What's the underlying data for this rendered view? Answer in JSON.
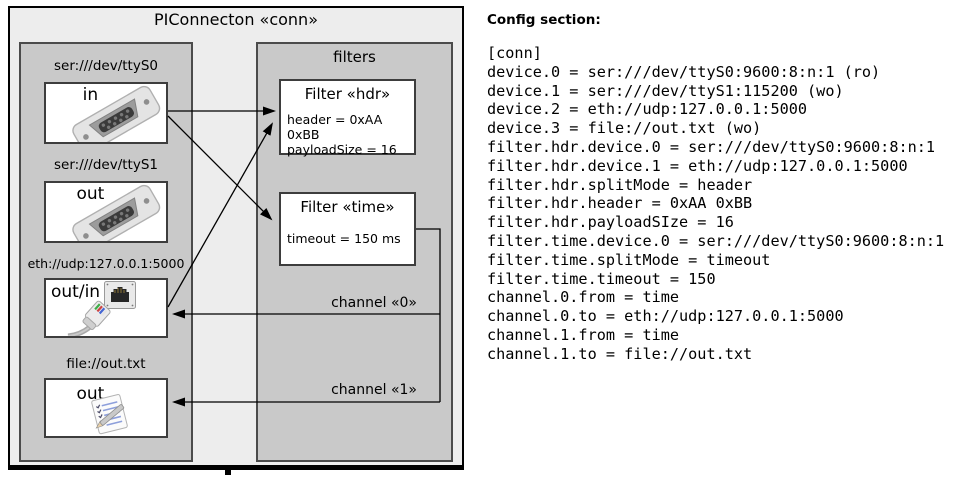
{
  "diagram": {
    "title": "PIConnecton «conn»",
    "filters_panel_title": "filters",
    "devices": [
      {
        "address": "ser:///dev/ttyS0",
        "direction": "in",
        "icon": "serial-connector"
      },
      {
        "address": "ser:///dev/ttyS1",
        "direction": "out",
        "icon": "serial-connector"
      },
      {
        "address": "eth://udp:127.0.0.1:5000",
        "direction": "out/in",
        "icon": "ethernet-connector"
      },
      {
        "address": "file://out.txt",
        "direction": "out",
        "icon": "notepad-file"
      }
    ],
    "filters": [
      {
        "title": "Filter «hdr»",
        "props": [
          "header = 0xAA 0xBB",
          "payloadSize = 16"
        ]
      },
      {
        "title": "Filter «time»",
        "props": [
          "timeout = 150 ms"
        ]
      }
    ],
    "channels": [
      {
        "label": "channel «0»"
      },
      {
        "label": "channel «1»"
      }
    ]
  },
  "config": {
    "heading": "Config section:",
    "lines": [
      "[conn]",
      "device.0 = ser:///dev/ttyS0:9600:8:n:1 (ro)",
      "device.1 = ser:///dev/ttyS1:115200 (wo)",
      "device.2 = eth://udp:127.0.0.1:5000",
      "device.3 = file://out.txt (wo)",
      "filter.hdr.device.0 = ser:///dev/ttyS0:9600:8:n:1",
      "filter.hdr.device.1 = eth://udp:127.0.0.1:5000",
      "filter.hdr.splitMode = header",
      "filter.hdr.header = 0xAA 0xBB",
      "filter.hdr.payloadSIze = 16",
      "filter.time.device.0 = ser:///dev/ttyS0:9600:8:n:1",
      "filter.time.splitMode = timeout",
      "filter.time.timeout = 150",
      "channel.0.from = time",
      "channel.0.to = eth://udp:127.0.0.1:5000",
      "channel.1.from = time",
      "channel.1.to = file://out.txt"
    ]
  },
  "colors": {
    "outer_background": "#ededed",
    "panel_background": "#c9c9c9",
    "box_background": "#ffffff",
    "line": "#000000"
  }
}
